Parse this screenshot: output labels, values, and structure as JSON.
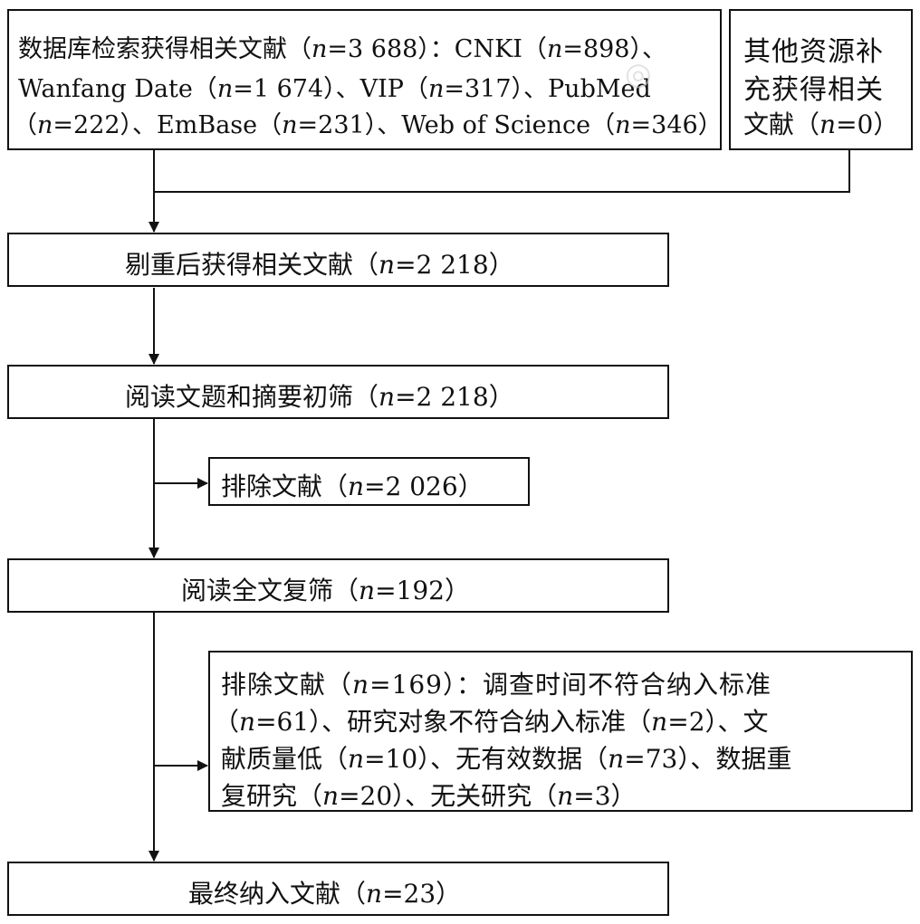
{
  "diagram": {
    "boxes": {
      "sources_db": {
        "lines": [
          "数据库检索获得相关文献（n=3 688）：CNKI（n=898）、",
          "Wanfang Date（n=1 674）、VIP（n=317）、PubMed",
          "（n=222）、EmBase（n=231）、Web of Science（n=346）"
        ]
      },
      "sources_other": {
        "lines": [
          "其他资源补",
          "充获得相关",
          "文献（n=0）"
        ]
      },
      "dedup": {
        "text": "剔重后获得相关文献（n=2 218）"
      },
      "screen_title_abstract": {
        "text": "阅读文题和摘要初筛（n=2 218）"
      },
      "excluded_1": {
        "text": "排除文献（n=2 026）"
      },
      "fulltext": {
        "text": "阅读全文复筛（n=192）"
      },
      "excluded_2": {
        "lines": [
          "排除文献（n=169）：调查时间不符合纳入标准",
          "（n=61）、研究对象不符合纳入标准（n=2）、文",
          "献质量低（n=10）、无有效数据（n=73）、数据重",
          "复研究（n=20）、无关研究（n=3）"
        ]
      },
      "final": {
        "text": "最终纳入文献（n=23）"
      }
    },
    "line_color": "#111111"
  }
}
